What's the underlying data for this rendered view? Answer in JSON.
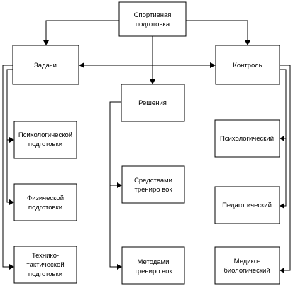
{
  "nodes": {
    "root": [
      "Спортивная",
      "подготовка"
    ],
    "tasks": [
      "Задачи"
    ],
    "control": [
      "Контроль"
    ],
    "decisions": [
      "Решения"
    ],
    "task_psych": [
      "Психологической",
      "подготовки"
    ],
    "task_phys": [
      "Физической",
      "подготовки"
    ],
    "task_tech": [
      "Технико-",
      "тактической",
      "подготовки"
    ],
    "dec_means": [
      "Средствами",
      "трениро вок"
    ],
    "dec_methods": [
      "Методами",
      "трениро вок"
    ],
    "ctrl_psych": [
      "Психологический"
    ],
    "ctrl_ped": [
      "Педагогический"
    ],
    "ctrl_med": [
      "Медико-",
      "биологический"
    ]
  }
}
